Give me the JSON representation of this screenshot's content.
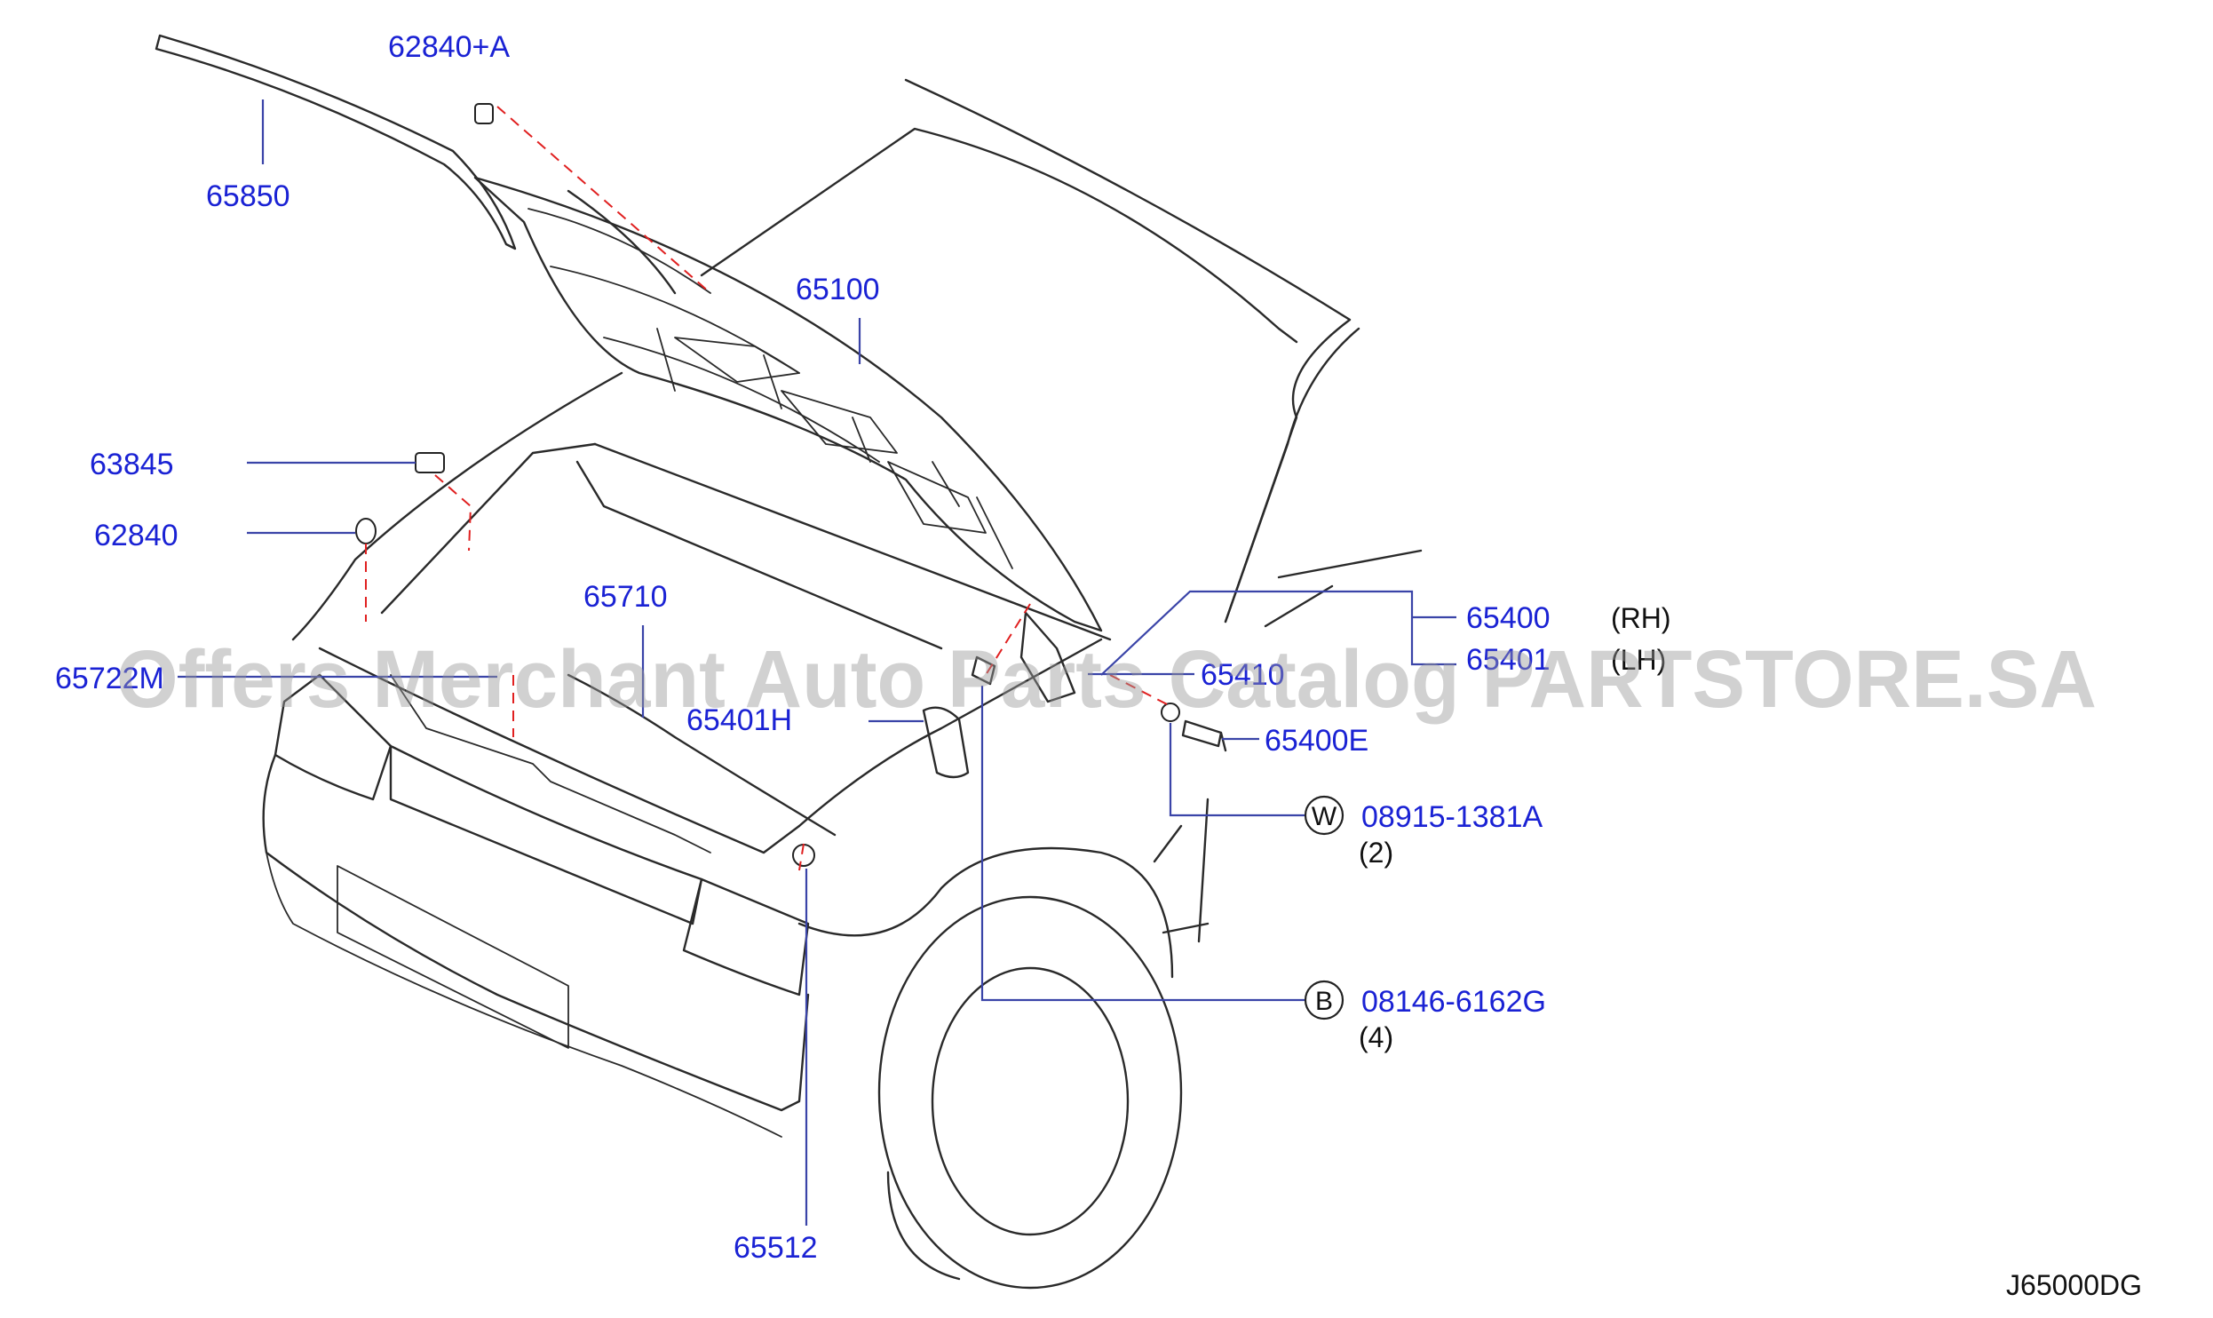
{
  "diagram_code": "J65000DG",
  "watermark": "Offers Merchant Auto Parts Catalog PARTSTORE.SA",
  "parts": {
    "p65850": "65850",
    "p62840A": "62840+A",
    "p65100": "65100",
    "p63845": "63845",
    "p62840": "62840",
    "p65710": "65710",
    "p65722M": "65722M",
    "p65401H": "65401H",
    "p65400": "65400",
    "p65401": "65401",
    "p65410": "65410",
    "p65400E": "65400E",
    "p65512": "65512"
  },
  "notes": {
    "rh": "(RH)",
    "lh": "(LH)"
  },
  "fasteners": {
    "w": {
      "symbol": "W",
      "part": "08915-1381A",
      "qty": "(2)"
    },
    "b": {
      "symbol": "B",
      "part": "08146-6162G",
      "qty": "(4)"
    }
  }
}
